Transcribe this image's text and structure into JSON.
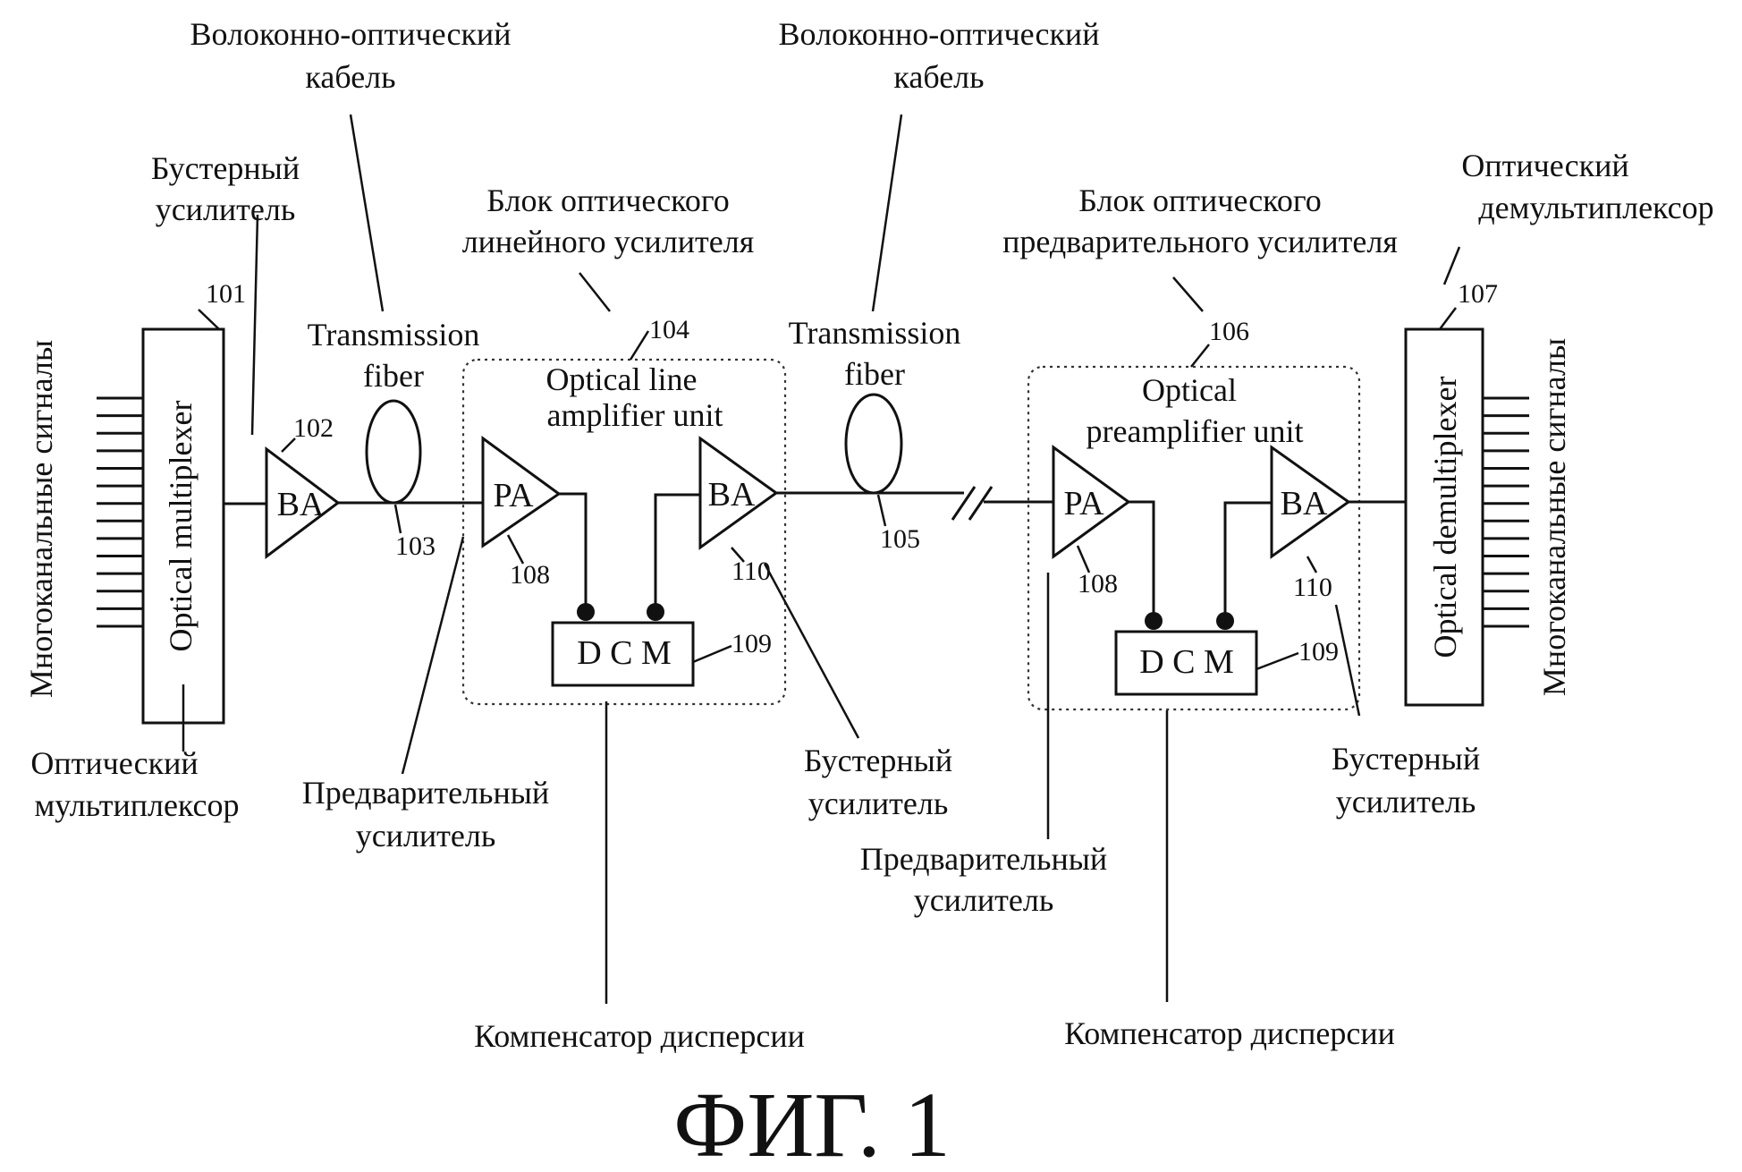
{
  "figure_label": "ФИГ. 1",
  "multichannel_signals_left": "Многоканальные сигналы",
  "multichannel_signals_right": "Многоканальные сигналы",
  "mux": {
    "label": "Optical multiplexer",
    "ref": "101",
    "caption": [
      "Оптический",
      "мультиплексор"
    ]
  },
  "booster_1": {
    "symbol": "BA",
    "ref": "102",
    "caption": [
      "Бустерный",
      "усилитель"
    ]
  },
  "fiber_1": {
    "label": [
      "Transmission",
      "fiber"
    ],
    "ref": "103",
    "caption": [
      "Волоконно-оптический",
      "кабель"
    ]
  },
  "line_amp_unit": {
    "label": [
      "Optical line",
      "amplifier unit"
    ],
    "ref": "104",
    "caption": [
      "Блок оптического",
      "линейного усилителя"
    ],
    "pa": {
      "symbol": "PA",
      "ref": "108",
      "caption": [
        "Предварительный",
        "усилитель"
      ]
    },
    "ba": {
      "symbol": "BA",
      "ref": "110",
      "caption": [
        "Бустерный",
        "усилитель"
      ]
    },
    "dcm": {
      "label": "D C M",
      "ref": "109",
      "caption": "Компенсатор дисперсии"
    }
  },
  "fiber_2": {
    "label": [
      "Transmission",
      "fiber"
    ],
    "ref": "105",
    "caption": [
      "Волоконно-оптический",
      "кабель"
    ]
  },
  "preamp_unit": {
    "label": [
      "Optical",
      "preamplifier unit"
    ],
    "ref": "106",
    "caption": [
      "Блок оптического",
      "предварительного усилителя"
    ],
    "pa": {
      "symbol": "PA",
      "ref": "108",
      "caption": [
        "Предварительный",
        "усилитель"
      ]
    },
    "ba": {
      "symbol": "BA",
      "ref": "110",
      "caption": [
        "Бустерный",
        "усилитель"
      ]
    },
    "dcm": {
      "label": "D C M",
      "ref": "109",
      "caption": "Компенсатор дисперсии"
    }
  },
  "demux": {
    "label": "Optical demultiplexer",
    "ref": "107",
    "caption": [
      "Оптический",
      "демультиплексор"
    ]
  }
}
